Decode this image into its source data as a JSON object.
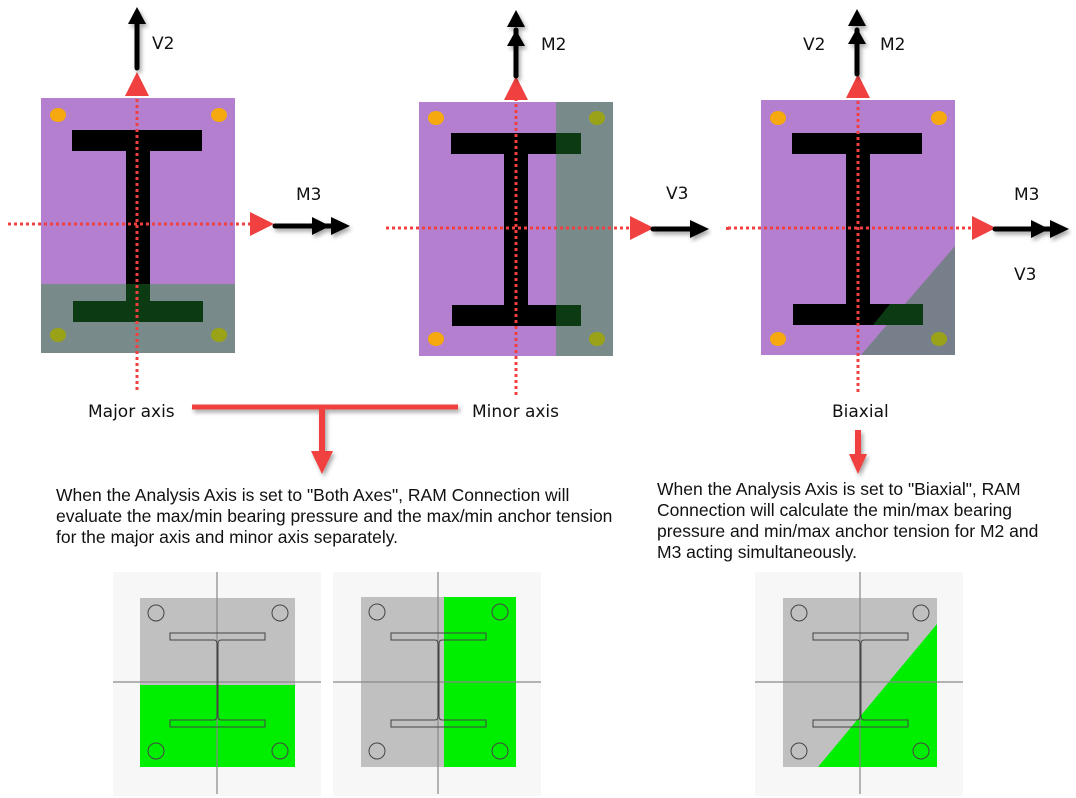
{
  "diagrams": {
    "major": {
      "vertical_label": "V2",
      "horizontal_label": "M3",
      "caption": "Major axis"
    },
    "minor": {
      "vertical_label": "M2",
      "horizontal_label": "V3",
      "caption": "Minor axis"
    },
    "biaxial": {
      "vertical_label_left": "V2",
      "vertical_label_right": "M2",
      "horizontal_label_top": "M3",
      "horizontal_label_bottom": "V3",
      "caption": "Biaxial"
    }
  },
  "descriptions": {
    "both_axes": "When the Analysis Axis is set to \"Both Axes\", RAM Connection will evaluate the max/min bearing pressure and the max/min anchor tension for the major axis and minor axis separately.",
    "biaxial": "When the Analysis Axis is set to \"Biaxial\", RAM Connection will calculate the min/max bearing pressure and min/max anchor tension for M2 and M3 acting simultaneously."
  },
  "colors": {
    "plate": "#b57fd0",
    "compression_overlay": "#798a8a",
    "anchor_tension": "#f5a90e",
    "anchor_compression": "#9aa318",
    "axis_line": "#f04040",
    "green_zone": "#00ee00",
    "gray_plate": "#c0c0c0"
  }
}
